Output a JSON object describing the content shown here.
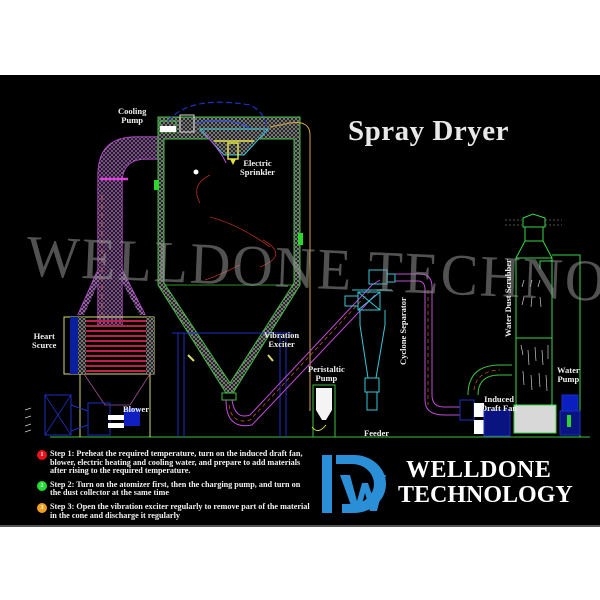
{
  "title": "Spray Dryer",
  "watermark": "WELLDONE TECHNOLOGY",
  "colors": {
    "background": "#000000",
    "page": "#ffffff",
    "chamber_hatch": "#4caf50",
    "duct_magenta": "#c04bd6",
    "pipe_yellow": "#d8c84a",
    "structure_blue": "#1c2fbf",
    "cyclone_cyan": "#38c8d8",
    "scrubber_green": "#39d84a",
    "heater_red": "#c0204a",
    "logo_blue": "#2a8fd6",
    "step1": "#e8141c",
    "step2": "#22dd33",
    "step3": "#f0a020"
  },
  "labels": {
    "cooling_pump": "Cooling\nPump",
    "electric_sprinkler": "Electric\nSprinkler",
    "heart_source": "Heart\nScurce",
    "blower": "Blower",
    "vibration_exciter": "Vibration\nExciter",
    "peristaltic_pump": "Peristaltic\nPump",
    "cyclone_separator": "Cyclone Separator",
    "feeder": "Feeder",
    "water_dust_scrubber": "Water Dust Scrubber",
    "induced_draft_fan": "Induced\nDraft Fan",
    "water_pump": "Water\nPump"
  },
  "steps": [
    {
      "num": "1",
      "text": "Step 1: Preheat the required temperature, turn on the induced draft fan, blower, electric heating and cooling water, and prepare to add materials after rising to the required temperature."
    },
    {
      "num": "2",
      "text": "Step 2: Turn on the atomizer first, then the charging pump, and turn on the dust collector at the same time"
    },
    {
      "num": "3",
      "text": "Step 3: Open the vibration exciter regularly to remove part of the material in the cone and discharge it regularly"
    }
  ],
  "logo": {
    "line1": "WELLDONE",
    "line2": "TECHNOLOGY",
    "icon": "wd-monogram-icon"
  }
}
